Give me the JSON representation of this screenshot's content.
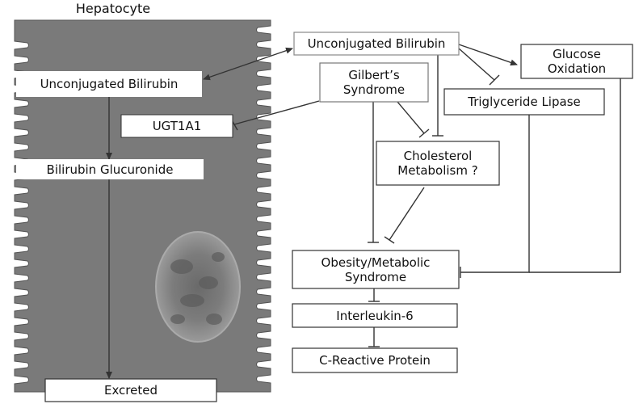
{
  "diagram": {
    "cell_title": "Hepatocyte",
    "nodes": {
      "unconj_cell": "Unconjugated Bilirubin",
      "ugt1a1": "UGT1A1",
      "glucuronide": "Bilirubin Glucuronide",
      "excreted": "Excreted",
      "unconj_top": "Unconjugated Bilirubin",
      "gilbert": "Gilbert’s Syndrome",
      "glucose": "Glucose Oxidation",
      "trig": "Triglyceride Lipase",
      "cholesterol": "Cholesterol Metabolism ?",
      "obesity": "Obesity/Metabolic Syndrome",
      "il6": "Interleukin-6",
      "crp": "C-Reactive Protein"
    },
    "edges": [
      {
        "from": "unconj_top",
        "to": "unconj_cell",
        "relation": "bidirectional"
      },
      {
        "from": "unconj_cell",
        "to": "glucuronide",
        "relation": "converts"
      },
      {
        "from": "glucuronide",
        "to": "excreted",
        "relation": "converts"
      },
      {
        "from": "gilbert",
        "to": "ugt1a1",
        "relation": "inhibits"
      },
      {
        "from": "unconj_top",
        "to": "glucose",
        "relation": "activates"
      },
      {
        "from": "unconj_top",
        "to": "trig",
        "relation": "inhibits"
      },
      {
        "from": "unconj_top",
        "to": "cholesterol",
        "relation": "inhibits"
      },
      {
        "from": "gilbert",
        "to": "cholesterol",
        "relation": "inhibits"
      },
      {
        "from": "gilbert",
        "to": "obesity",
        "relation": "inhibits"
      },
      {
        "from": "cholesterol",
        "to": "obesity",
        "relation": "inhibits"
      },
      {
        "from": "trig",
        "to": "obesity",
        "relation": "inhibits"
      },
      {
        "from": "glucose",
        "to": "obesity",
        "relation": "inhibits"
      },
      {
        "from": "obesity",
        "to": "il6",
        "relation": "inhibits"
      },
      {
        "from": "il6",
        "to": "crp",
        "relation": "inhibits"
      }
    ]
  }
}
